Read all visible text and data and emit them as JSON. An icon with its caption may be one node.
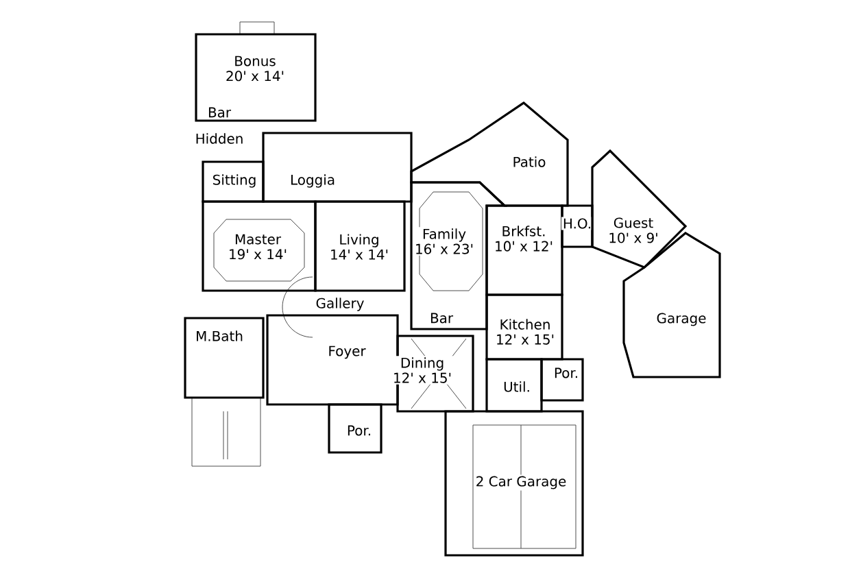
{
  "diagram": {
    "nodes": [
      {
        "text": [
          "Bonus",
          "20' x 14'"
        ]
      },
      {
        "text": [
          "Sitting"
        ]
      },
      {
        "text": [
          "Loggia"
        ]
      },
      {
        "text": [
          "Master",
          "19' x 14'"
        ]
      },
      {
        "text": [
          "Living",
          "14' x 14'"
        ]
      },
      {
        "text": [
          "Patio"
        ]
      },
      {
        "text": [
          "Family",
          "16' x 23'"
        ]
      },
      {
        "text": [
          "Brkfst.",
          "10' x 12'"
        ]
      },
      {
        "text": [
          "H.O."
        ]
      },
      {
        "text": [
          "Guest",
          "10' x 9'"
        ]
      },
      {
        "text": [
          "Garage"
        ]
      },
      {
        "text": [
          "M.Bath"
        ]
      },
      {
        "text": [
          "Foyer"
        ]
      },
      {
        "text": [
          "Dining",
          "12' x 15'"
        ]
      },
      {
        "text": [
          "Kitchen",
          "12' x 15'"
        ]
      },
      {
        "text": [
          "Util."
        ]
      },
      {
        "text": [
          "Por."
        ]
      },
      {
        "text": [
          "Por."
        ]
      },
      {
        "text": [
          "2 Car Garage"
        ]
      }
    ],
    "labels": [
      "Bar",
      "Hidden",
      "Gallery",
      "Bar"
    ]
  }
}
